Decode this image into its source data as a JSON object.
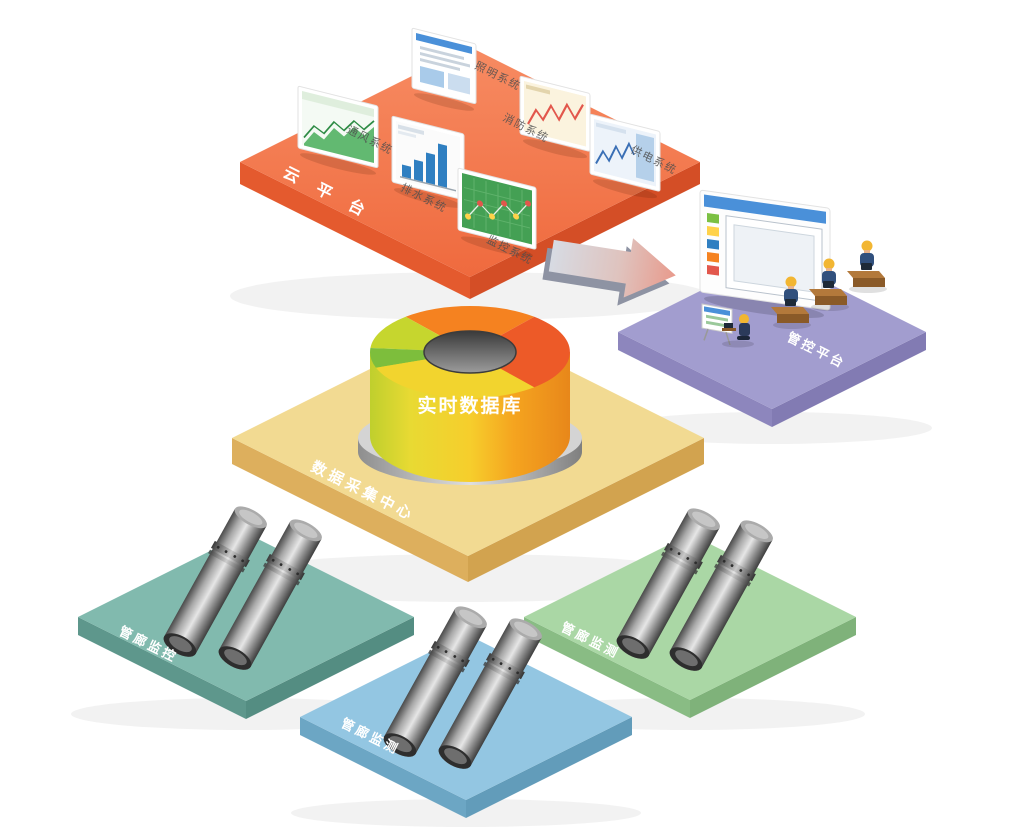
{
  "diagram": {
    "cloud_platform": {
      "label": "云 平 台",
      "color": "#F3764F",
      "systems": [
        {
          "name": "通风系统"
        },
        {
          "name": "排水系统"
        },
        {
          "name": "照明系统"
        },
        {
          "name": "消防系统"
        },
        {
          "name": "监控系统"
        },
        {
          "name": "供电系统"
        }
      ]
    },
    "control_platform": {
      "label": "管控平台",
      "color": "#A29DCF"
    },
    "data_center": {
      "label": "数据采集中心",
      "database_label": "实时数据库",
      "color": "#F2DA92"
    },
    "tunnel_platforms": [
      {
        "label": "管廊监控",
        "color": "#81BAAE"
      },
      {
        "label": "管廊监测",
        "color": "#93C6E2"
      },
      {
        "label": "管廊监测",
        "color": "#AAD7A5"
      }
    ]
  }
}
